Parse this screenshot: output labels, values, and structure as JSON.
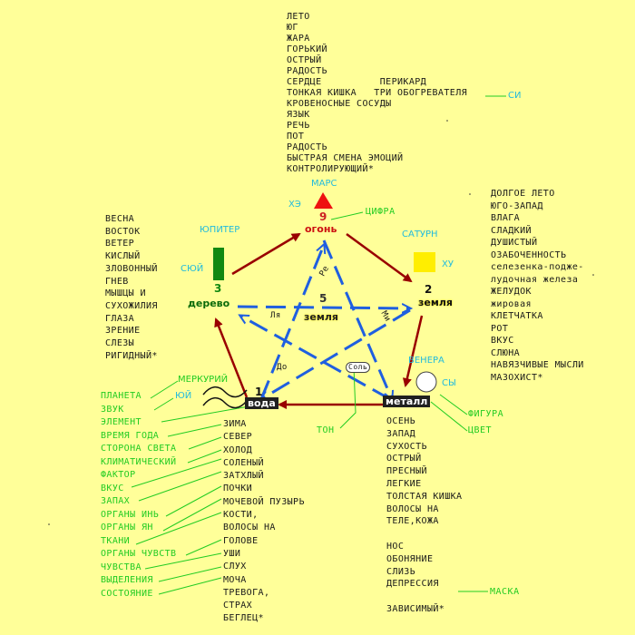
{
  "colors": {
    "background": "#ffff99",
    "cycle_arrows": "#990000",
    "control_star": "#1f5fe0",
    "connector_lines": "#22cc22",
    "planet_labels": "#22bbdd",
    "fire": "#ee1111",
    "wood": "#118811",
    "earth_square": "#ffee00"
  },
  "top_block": {
    "lines": [
      "ЛЕТО",
      "ЮГ",
      "ЖАРА",
      "ГОРЬКИЙ",
      "ОСТРЫЙ",
      "РАДОСТЬ",
      "СЕРДЦЕ          ПЕРИКАРД",
      "ТОНКАЯ КИШКА   ТРИ ОБОГРЕВАТЕЛЯ",
      "КРОВЕНОСНЫЕ СОСУДЫ",
      "ЯЗЫК",
      "РЕЧЬ",
      "ПОТ",
      "РАДОСТЬ",
      "БЫСТРАЯ СМЕНА ЭМОЦИЙ",
      "КОНТРОЛИРУЮЩИЙ*"
    ],
    "si_label": "СИ"
  },
  "fire": {
    "planet": "МАРС",
    "channel": "ХЭ",
    "number": "9",
    "element": "огонь",
    "digit_label": "ЦИФРА",
    "shape": "triangle"
  },
  "earth": {
    "planet": "САТУРН",
    "channel": "ХУ",
    "number": "2",
    "element": "земля",
    "shape": "square",
    "lines": [
      "ДОЛГОЕ ЛЕТО",
      "ЮГО-ЗАПАД",
      "ВЛАГА",
      "СЛАДКИЙ",
      "ДУШИСТЫЙ",
      "ОЗАБОЧЕННОСТЬ",
      "селезенка-поджe-",
      "лудочная железа",
      "ЖЕЛУДОК",
      "жировая",
      "КЛЕТЧАТКА",
      "РОТ",
      "ВКУС",
      "СЛЮНА",
      "НАВЯЗЧИВЫЕ МЫСЛИ",
      "МАЗОХИСТ*"
    ]
  },
  "wood": {
    "planet": "ЮПИТЕР",
    "channel": "СЮЙ",
    "number": "3",
    "element": "дерево",
    "shape": "rectangle",
    "lines": [
      "ВЕСНА",
      "ВОСТОК",
      "ВЕТЕР",
      "КИСЛЫЙ",
      "ЗЛОВОННЫЙ",
      "ГНЕВ",
      "МЫШЦЫ И",
      "СУХОЖИЛИЯ",
      "ГЛАЗА",
      "ЗРЕНИЕ",
      "СЛЕЗЫ",
      "РИГИДНЫЙ*"
    ]
  },
  "center": {
    "number": "5",
    "element": "земля"
  },
  "metal": {
    "planet": "ВЕНЕРА",
    "channel": "СЫ",
    "element": "металл",
    "shape": "circle",
    "figure_label": "ФИГУРА",
    "color_label": "ЦВЕТ",
    "lines": [
      "ОСЕНЬ",
      "ЗАПАД",
      "СУХОСТЬ",
      "ОСТРЫЙ",
      "ПРЕСНЫЙ",
      "ЛЕГКИЕ",
      "ТОЛСТАЯ КИШКА",
      "ВОЛОСЫ НА",
      "ТЕЛЕ,КОЖА",
      "",
      "НОС",
      "ОБОНЯНИЕ",
      "СЛИЗЬ",
      "ДЕПРЕССИЯ",
      "",
      "ЗАВИСИМЫЙ*"
    ],
    "mask_label": "МАСКА"
  },
  "water": {
    "planet": "МЕРКУРИЙ",
    "channel": "ЮЙ",
    "number": "1",
    "element": "вода",
    "shape": "wave",
    "legend": [
      "ПЛАНЕТА",
      "ЗВУК",
      "ЭЛЕМЕНТ",
      "ВРЕМЯ ГОДА",
      "СТОРОНА СВЕТА",
      "КЛИМАТИЧЕСКИЙ",
      "ФАКТОР",
      "ВКУС",
      "ЗАПАХ",
      "ОРГАНЫ ИНЬ",
      "ОРГАНЫ ЯН",
      "ТКАНИ",
      "ОРГАНЫ ЧУВСТВ",
      "ЧУВСТВА",
      "ВЫДЕЛЕНИЯ",
      "СОСТОЯНИЕ"
    ],
    "lines": [
      "ЗИМА",
      "СЕВЕР",
      "ХОЛОД",
      "СОЛЕНЫЙ",
      "ЗАТХЛЫЙ",
      "ПОЧКИ",
      "МОЧЕВОЙ ПУЗЫРЬ",
      "КОСТИ,",
      "ВОЛОСЫ НА",
      "ГОЛОВЕ",
      "УШИ",
      "СЛУХ",
      "МОЧА",
      "ТРЕВОГА,",
      "СТРАХ",
      "БЕГЛЕЦ*"
    ]
  },
  "notes": {
    "re": "Ре",
    "mi": "Ми",
    "la": "Ля",
    "do": "До",
    "sol": "Соль"
  },
  "tone_label": "ТОН"
}
